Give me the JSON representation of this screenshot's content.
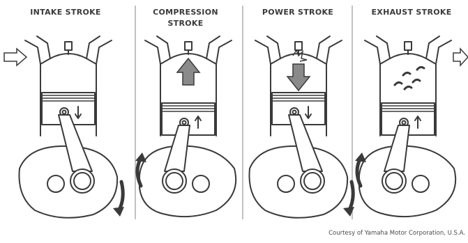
{
  "panels": [
    {
      "title_lines": [
        "INTAKE STROKE"
      ]
    },
    {
      "title_lines": [
        "COMPRESSION",
        "STROKE"
      ]
    },
    {
      "title_lines": [
        "POWER STROKE"
      ]
    },
    {
      "title_lines": [
        "EXHAUST STROKE"
      ]
    }
  ],
  "credit": "Courtesy of Yamaha Motor Corporation, U.S.A.",
  "colors": {
    "line": "#3a3a3a",
    "fill": "#ffffff",
    "arrow_fill": "#8a8a8a",
    "divider": "#9a9a9a"
  }
}
